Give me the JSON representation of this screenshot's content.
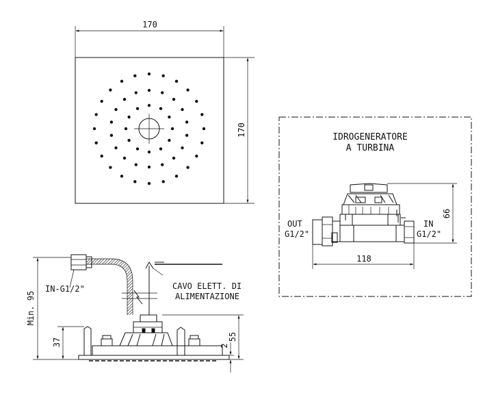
{
  "top_view": {
    "width_label": "170",
    "height_label": "170"
  },
  "side_view": {
    "inlet_label": "IN-G1/2\"",
    "cable_label_line1": "CAVO ELETT. DI",
    "cable_label_line2": "ALIMENTAZIONE",
    "min_height_label": "Min. 95",
    "base_height_label": "37",
    "total_height_label": "55",
    "plate_thickness_label": "2"
  },
  "generator_box": {
    "title_line1": "IDROGENERATORE",
    "title_line2": "A TURBINA",
    "out_label_line1": "OUT",
    "out_label_line2": "G1/2\"",
    "in_label_line1": "IN",
    "in_label_line2": "G1/2\"",
    "length_label": "118",
    "height_label": "66"
  }
}
